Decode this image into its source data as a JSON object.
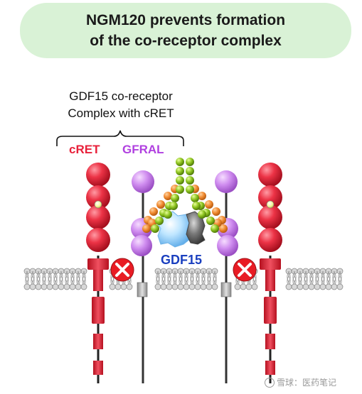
{
  "title": {
    "line1": "NGM120 prevents formation",
    "line2": "of the co-receptor complex"
  },
  "complex_label": {
    "line1": "GDF15 co-receptor",
    "line2": "Complex with cRET"
  },
  "labels": {
    "cret": "cRET",
    "gfral": "GFRAL",
    "gdf15": "GDF15"
  },
  "watermark": "雪球：医药笔记",
  "colors": {
    "title_bg": "#d9f2d6",
    "cret": "#e8203a",
    "gfral": "#b040e0",
    "gdf15": "#1a3fbf",
    "antibody_green": "#8cc21e",
    "antibody_orange": "#f08a30",
    "block_x": "#e81c24"
  },
  "icons": {
    "block": "x-circle-icon",
    "watermark_logo": "snowball-logo-icon"
  }
}
